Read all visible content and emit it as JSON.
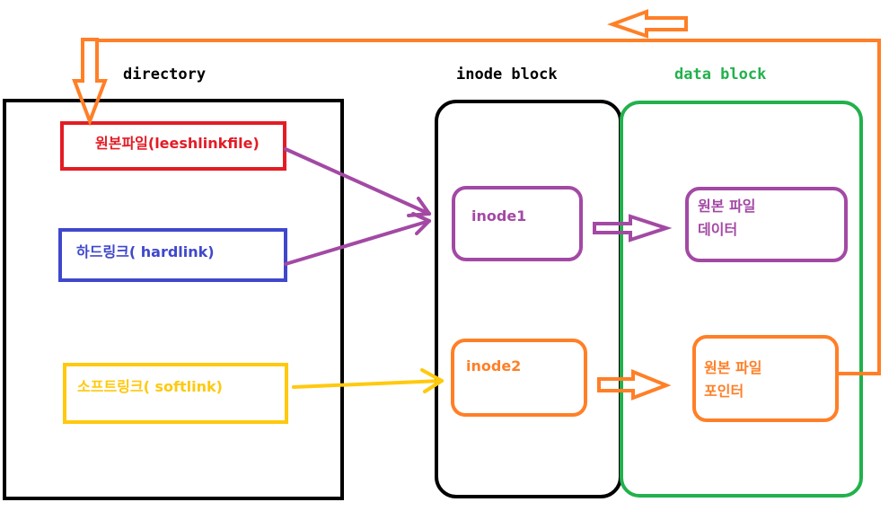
{
  "colors": {
    "red": "#e31c25",
    "blue": "#3f48cc",
    "yellow": "#ffc90e",
    "purple": "#a349a4",
    "orange": "#ff7f27",
    "green": "#22b14c",
    "black": "#000000"
  },
  "headings": {
    "directory": "directory",
    "inode_block": "inode block",
    "data_block": "data block"
  },
  "directory_entries": {
    "original": "원본파일(leeshlinkfile)",
    "hardlink": "하드링크( hardlink)",
    "softlink": "소프트링크( softlink)"
  },
  "inodes": {
    "inode1": "inode1",
    "inode2": "inode2"
  },
  "data": {
    "original_data_line1": "원본 파일",
    "original_data_line2": "데이터",
    "pointer_line1": "원본 파일",
    "pointer_line2": "포인터"
  }
}
